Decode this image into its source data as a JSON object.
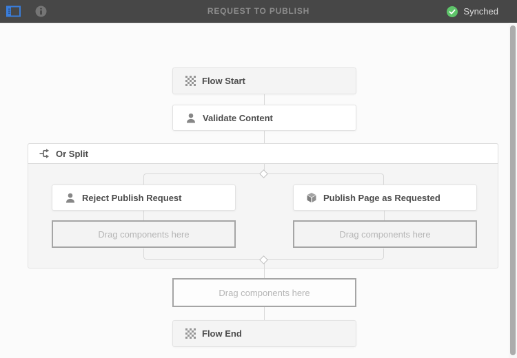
{
  "topbar": {
    "title": "REQUEST TO PUBLISH",
    "sync_status": "Synched"
  },
  "colors": {
    "topbar_bg": "#474747",
    "accent_blue": "#3a7edb",
    "status_green": "#5ec46a",
    "canvas_bg": "#fbfbfb",
    "node_gray_bg": "#f4f4f4",
    "connector_gray": "#d8d8d8"
  },
  "icons": {
    "panel_toggle": "side-panel-icon",
    "info": "info-icon",
    "synced_check": "check-circle-icon",
    "flow_terminal": "checkerboard-icon",
    "participant_step": "user-icon",
    "or_split": "split-icon",
    "process_step": "package-icon",
    "connector": "diamond-connector"
  },
  "workflow": {
    "flow_start": "Flow Start",
    "validate": "Validate Content",
    "or_split": "Or Split",
    "reject": "Reject Publish Request",
    "publish": "Publish Page as Requested",
    "flow_end": "Flow End",
    "dropzone_left": "Drag components here",
    "dropzone_right": "Drag components here",
    "dropzone_bottom": "Drag components here"
  }
}
